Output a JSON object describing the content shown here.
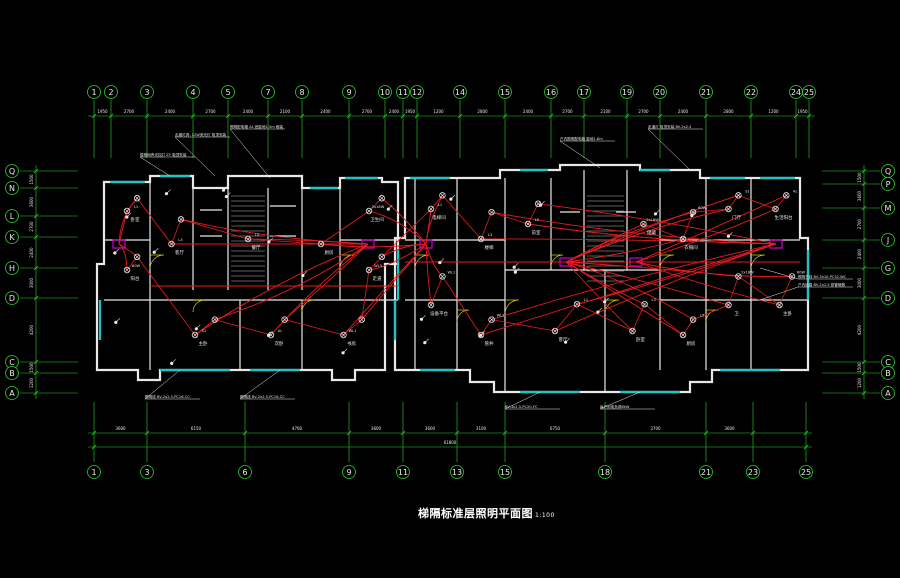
{
  "drawing": {
    "title": "梯隔标准层照明平面图",
    "scale": "1:100",
    "colors": {
      "background": "#000000",
      "axis": "#28d428",
      "wall": "#e8e8e8",
      "wiring": "#e81c1c",
      "fixture": "#e8e8e8",
      "dimension": "#28d428",
      "label": "#e8e8e8",
      "window": "#18c8c8",
      "door": "#d8c800",
      "panel": "#d000d0",
      "leader": "#e8e8e8"
    },
    "top_axes": [
      "1",
      "2",
      "3",
      "4",
      "5",
      "7",
      "8",
      "9",
      "10",
      "11",
      "12",
      "14",
      "15",
      "16",
      "17",
      "19",
      "20",
      "21",
      "22",
      "24",
      "25"
    ],
    "bottom_axes": [
      "1",
      "3",
      "6",
      "9",
      "11",
      "13",
      "15",
      "18",
      "21",
      "23",
      "25"
    ],
    "left_axes": [
      "Q",
      "N",
      "L",
      "K",
      "H",
      "D",
      "C",
      "B",
      "A"
    ],
    "right_axes": [
      "Q",
      "P",
      "M",
      "J",
      "G",
      "D",
      "C",
      "B",
      "A"
    ],
    "top_dims": [
      "1950",
      "2700",
      "2400",
      "2700",
      "2400",
      "2100",
      "2400",
      "2700",
      "2400",
      "1950",
      "1200",
      "2800",
      "2400",
      "2700",
      "2100",
      "2700",
      "2400",
      "2800",
      "1200",
      "1950"
    ],
    "bottom_dims": [
      "3600",
      "6150",
      "4700",
      "3600",
      "3600",
      "3100",
      "6750",
      "3700",
      "3600"
    ],
    "overall_dim": "61800",
    "left_dims": [
      "1500",
      "3600",
      "2700",
      "2400",
      "3000",
      "4200",
      "1500",
      "1200"
    ],
    "right_dims": [
      "1500",
      "3600",
      "2700",
      "2400",
      "3000",
      "4200",
      "1500",
      "1200"
    ],
    "callouts": [
      "走廊灯具: 22W荧光灯 吸顶安装",
      "照明配电箱 AL 底距地1.5m 暗装",
      "楼梯间声光控灯 ZY 吸顶安装",
      "户内照明配电箱 距地1.8m",
      "走道灯 吸顶安装 BV-2x2.5",
      "照明线 BV-2x2.5-PC16-CC",
      "照明线 BV-2x2.5-PC16-CC",
      "BV-3x2.5-PC20-FC",
      "每户用电负荷8kW",
      "户内线路 BV-2x2.5 穿管暗敷",
      "照明干线 BV-3x10-PC32-WC"
    ],
    "room_labels": [
      "卧室",
      "客厅",
      "餐厅",
      "厨房",
      "卫生间",
      "阳台",
      "主卧",
      "次卧",
      "书房",
      "走道",
      "电梯间",
      "楼梯",
      "前室",
      "储藏",
      "衣帽间",
      "门厅",
      "生活阳台",
      "设备平台",
      "管井",
      "客厅",
      "卧室",
      "厨房",
      "卫",
      "主卧",
      "次卧",
      "阳台",
      "餐厅",
      "走道",
      "书房",
      "卧室"
    ],
    "fixture_labels": [
      "L1",
      "L2",
      "L3",
      "L4",
      "L5",
      "1x36W",
      "2x18W",
      "40W",
      "60W",
      "25W",
      "S1",
      "S2",
      "AL",
      "ALE",
      "WL1",
      "WL2",
      "WL3",
      "WL4"
    ]
  }
}
